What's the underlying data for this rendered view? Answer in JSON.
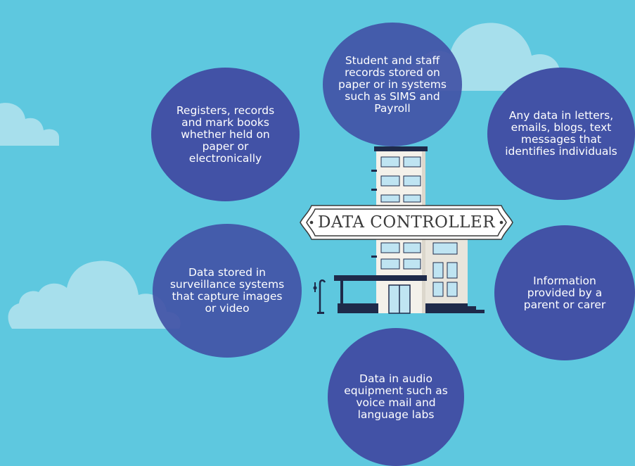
{
  "center_label": "DATA CONTROLLER",
  "bubbles": {
    "top": "Student and staff records stored on paper or in systems such as SIMS and Payroll",
    "upper_left": "Registers, records and mark books whether held on paper or electronically",
    "upper_right": "Any data in letters, emails, blogs, text messages that identifies individuals",
    "lower_left": "Data stored in surveillance systems that capture images or video",
    "lower_right": "Information provided by a parent or carer",
    "bottom": "Data in audio equipment such as voice mail and language labs"
  },
  "colors": {
    "background": "#5ec8df",
    "bubble": "#4252a6",
    "cloud": "#a7dfec",
    "building_navy": "#1e2a4a"
  }
}
